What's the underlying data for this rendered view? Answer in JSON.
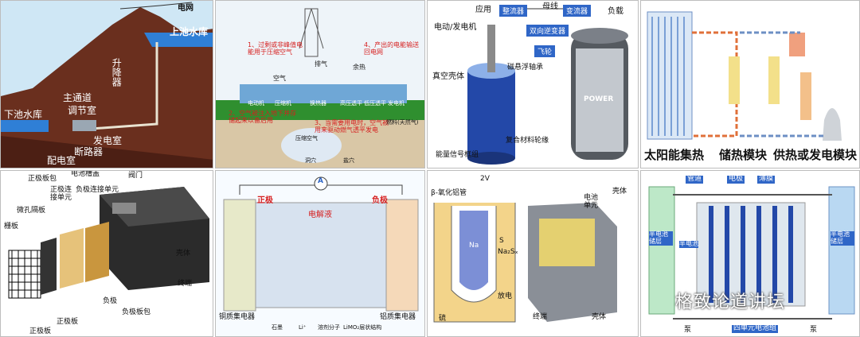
{
  "panels": {
    "hydro": {
      "labels": {
        "grid": "电网",
        "upper": "上池水库",
        "lift": "升降器",
        "main_tunnel": "主通道",
        "reg_room": "调节室",
        "lower": "下池水库",
        "gen_room": "发电室",
        "breaker": "断路器",
        "dist_room": "配电室"
      }
    },
    "caes": {
      "labels": {
        "step1": "1、过剩或非峰值电能用于压缩空气",
        "step4": "4、产出的电能输送回电网",
        "exhaust": "排气",
        "air": "空气",
        "heat": "余热",
        "motor": "电动机",
        "compressor": "压缩机",
        "recuperator": "换热器",
        "hp_turbine": "高压透平",
        "lp_turbine": "低压透平",
        "generator": "发电机",
        "step2": "2、空气被注入地下并存储起来以备后用",
        "step3": "3、当需要用电时，空气被用来驱动燃气透平发电",
        "fuel": "燃料(天然气)",
        "compressed_air": "压缩空气",
        "cavern": "洞穴",
        "salt": "盐穴"
      }
    },
    "flywheel": {
      "labels": {
        "app": "应用",
        "rectifier": "整流器",
        "bus": "母线",
        "transformer": "变流器",
        "load": "负载",
        "motor_gen": "电动/发电机",
        "inverter": "双向逆变器",
        "flywheel": "飞轮",
        "mag_bearing": "磁悬浮轴承",
        "vacuum": "真空壳体",
        "composite": "复合材料轮缘",
        "signal": "能量信号框组",
        "brand": "POWER"
      }
    },
    "thermal": {
      "labels": {
        "solar": "太阳能集热",
        "storage": "储热模块",
        "power": "供热或发电模块"
      }
    },
    "leadacid": {
      "labels": {
        "pos_bag": "正极板包",
        "top": "电池槽盖",
        "valve": "阀门",
        "pos_conn": "正极连接单元",
        "neg_conn": "负极连接单元",
        "separator": "微孔隔板",
        "grid": "栅板",
        "shell": "壳体",
        "terminal": "终端",
        "neg": "负极",
        "neg_bag": "负极板包",
        "pos_plate": "正极板",
        "neg_plate": "正极板"
      }
    },
    "liion": {
      "labels": {
        "meter": "A",
        "pos": "正极",
        "neg": "负极",
        "electrolyte": "电解液",
        "cu": "铜质集电器",
        "al": "铝质集电器",
        "graphite": "石墨",
        "li": "Li⁺",
        "solvent": "溶剂分子",
        "limo": "LiMO₂层状结构"
      }
    },
    "nas": {
      "labels": {
        "tube": "β-氧化铝管",
        "volt": "2V",
        "na": "Na",
        "s": "S",
        "na2s": "Na₂Sₓ",
        "discharge": "放电",
        "sulfur": "硫",
        "cell": "电池单元",
        "shell": "壳体",
        "terminal": "终端",
        "shell2": "壳体"
      }
    },
    "flow": {
      "labels": {
        "pipe": "管道",
        "electrode": "电极",
        "membrane": "薄膜",
        "half_left": "半电池储层",
        "half_mid": "半电池",
        "half_right": "半电池储层",
        "pump_l": "泵",
        "pump_r": "泵",
        "stack": "四单元电池组"
      }
    }
  },
  "watermark": "格致论道讲坛",
  "colors": {
    "accent_red": "#d61f1f",
    "box_blue": "#2f66c7",
    "mountain": "#5a2a1c",
    "water": "#2f7fd6"
  }
}
